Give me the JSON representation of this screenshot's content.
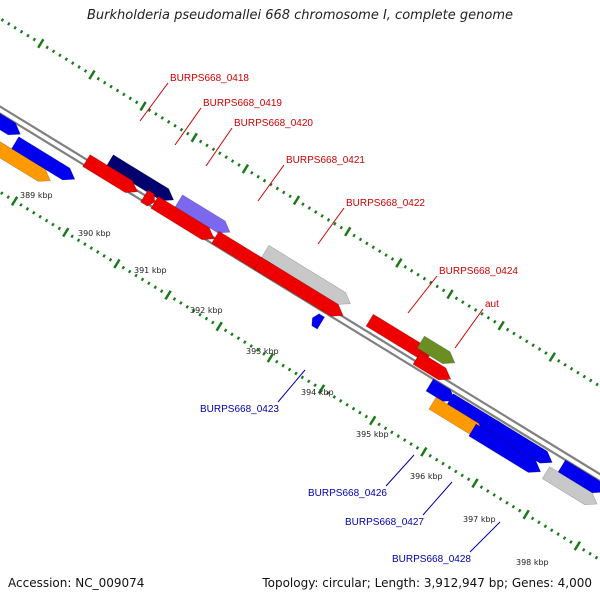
{
  "title": "Burkholderia pseudomallei 668 chromosome I, complete genome",
  "footer": {
    "accession_label": "Accession:",
    "accession": "NC_009074",
    "topology_label": "Topology:",
    "topology": "circular",
    "length_label": "Length:",
    "length": "3,912,947 bp",
    "genes_label": "Genes:",
    "genes": "4,000"
  },
  "colors": {
    "forward_label": "#cc0000",
    "reverse_label": "#0000aa",
    "tick": "#1a7a1a",
    "backbone": "#808080"
  },
  "kbp_ticks": [
    "389 kbp",
    "390 kbp",
    "391 kbp",
    "392 kbp",
    "393 kbp",
    "394 kbp",
    "395 kbp",
    "396 kbp",
    "397 kbp",
    "398 kbp"
  ],
  "gene_labels_forward": [
    "BURPS668_0418",
    "BURPS668_0419",
    "BURPS668_0420",
    "BURPS668_0421",
    "BURPS668_0422",
    "BURPS668_0424",
    "aut"
  ],
  "gene_labels_reverse": [
    "BURPS668_0423",
    "BURPS668_0426",
    "BURPS668_0427",
    "BURPS668_0428"
  ],
  "feature_colors": {
    "red": "#ee0000",
    "blue": "#0000ee",
    "navy": "#00006e",
    "lavender": "#7b68ee",
    "grey": "#c8c8c8",
    "olive": "#6b8e23",
    "orange": "#ff9900"
  }
}
